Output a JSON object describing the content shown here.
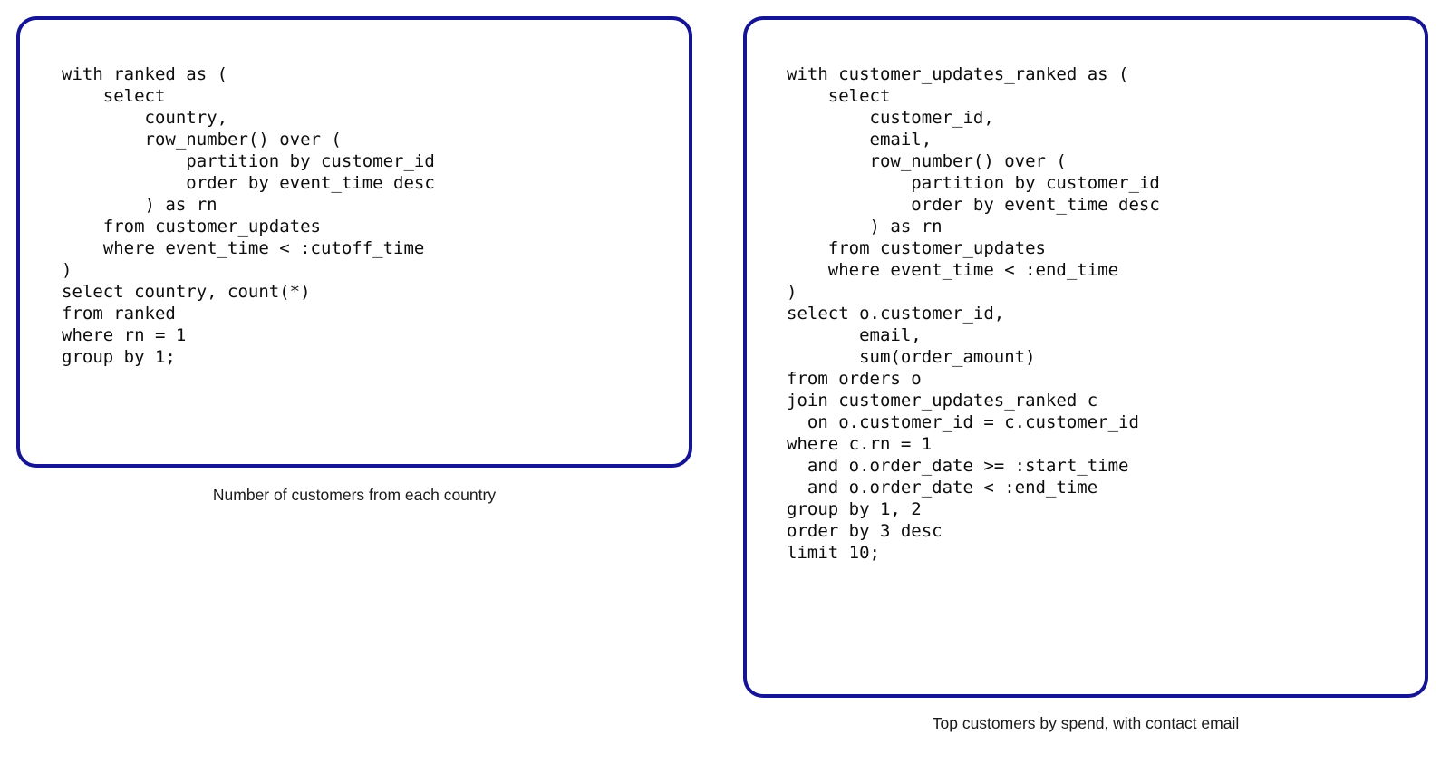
{
  "panels": [
    {
      "id": "left",
      "code": "with ranked as (\n    select\n        country,\n        row_number() over (\n            partition by customer_id\n            order by event_time desc\n        ) as rn\n    from customer_updates\n    where event_time < :cutoff_time\n)\nselect country, count(*)\nfrom ranked\nwhere rn = 1\ngroup by 1;",
      "caption": "Number of customers from each country"
    },
    {
      "id": "right",
      "code": "with customer_updates_ranked as (\n    select\n        customer_id,\n        email,\n        row_number() over (\n            partition by customer_id\n            order by event_time desc\n        ) as rn\n    from customer_updates\n    where event_time < :end_time\n)\nselect o.customer_id,\n       email,\n       sum(order_amount)\nfrom orders o\njoin customer_updates_ranked c\n  on o.customer_id = c.customer_id\nwhere c.rn = 1\n  and o.order_date >= :start_time\n  and o.order_date < :end_time\ngroup by 1, 2\norder by 3 desc\nlimit 10;",
      "caption": "Top customers by spend, with contact email"
    }
  ],
  "colors": {
    "card_border": "#141494",
    "code_text": "#0d0d0d",
    "caption_text": "#1a1a1a",
    "background": "#ffffff"
  }
}
